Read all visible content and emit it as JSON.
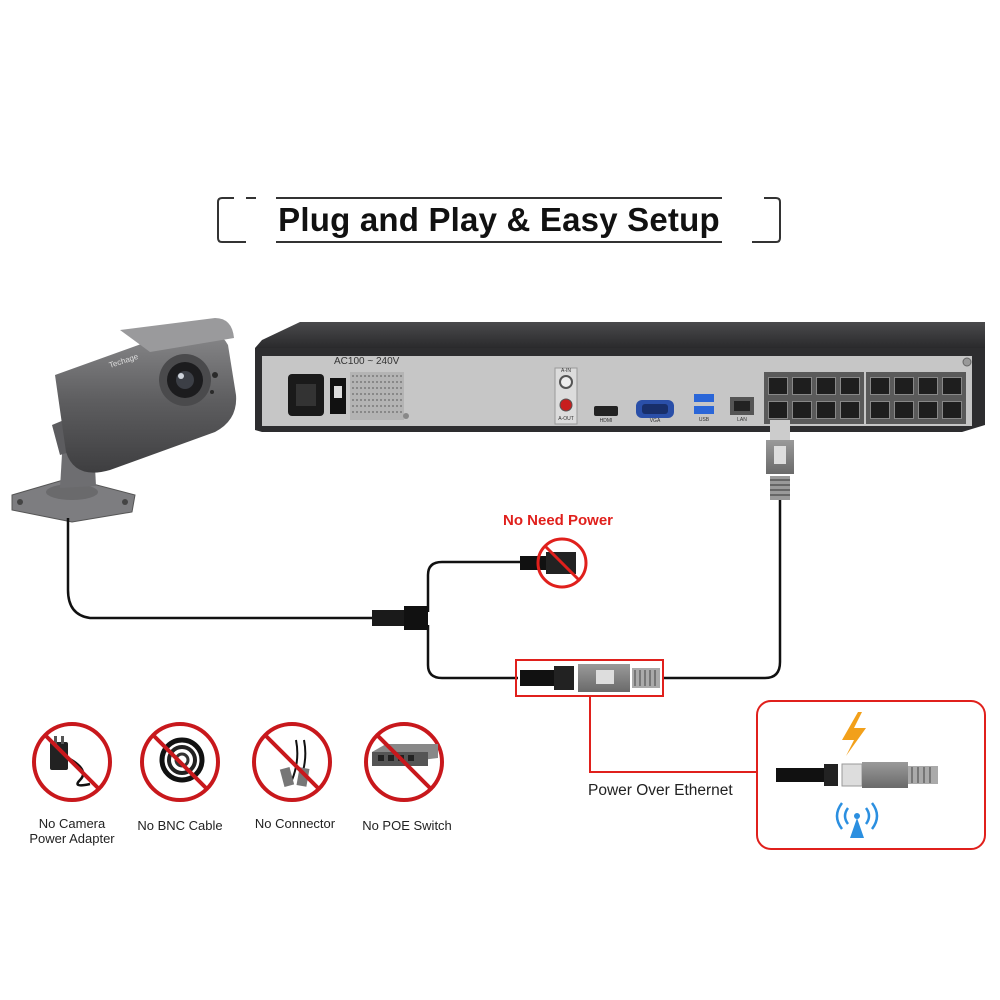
{
  "title": "Plug and Play & Easy Setup",
  "nvr": {
    "power_label": "AC100 ~ 240V",
    "ports": {
      "audio_in": "A-IN",
      "audio_out": "A-OUT",
      "hdmi": "HDMI",
      "vga": "VGA",
      "usb": "USB",
      "lan": "LAN"
    }
  },
  "labels": {
    "no_need_power": "No Need Power",
    "power_over_ethernet": "Power Over Ethernet"
  },
  "icons": [
    {
      "name": "no-camera-power-adapter-icon",
      "line1": "No Camera",
      "line2": "Power Adapter"
    },
    {
      "name": "no-bnc-cable-icon",
      "line1": "No BNC Cable",
      "line2": ""
    },
    {
      "name": "no-connector-icon",
      "line1": "No Connector",
      "line2": ""
    },
    {
      "name": "no-poe-switch-icon",
      "line1": "No POE Switch",
      "line2": ""
    }
  ],
  "colors": {
    "accent_red": "#e0201c",
    "cable": "#111111",
    "nvr_body": "#2d2d2f",
    "nvr_panel": "#c6c6c6",
    "lightning": "#f2a01a",
    "wifi": "#2b8fe0"
  }
}
